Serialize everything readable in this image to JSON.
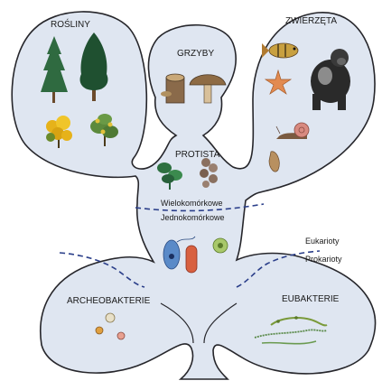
{
  "groups": {
    "plants": "ROŚLINY",
    "fungi": "GRZYBY",
    "animals": "ZWIERZĘTA",
    "protists": "PROTISTA",
    "archaea": "ARCHEOBAKTERIE",
    "bacteria": "EUBAKTERIE"
  },
  "divisions": {
    "multicellular": "Wielokomórkowe",
    "unicellular": "Jednokomórkowe",
    "eukaryotes": "Eukarioty",
    "prokaryotes": "Prokarioty"
  },
  "colors": {
    "fill": "#dfe6f1",
    "outline": "#26262b",
    "divider": "#2b3f8a"
  },
  "icons": [
    "conifer-tree-icon",
    "spruce-tree-icon",
    "yellow-shrub-icon",
    "flowering-shrub-icon",
    "tree-stump-icon",
    "mushroom-icon",
    "fish-icon",
    "starfish-icon",
    "gorilla-icon",
    "snail-icon",
    "shell-icon",
    "green-alga-icon",
    "colonial-protist-icon",
    "flagellate-icon",
    "paramecium-icon",
    "radiolarian-icon",
    "archaea-cells-icon",
    "bacteria-chains-icon"
  ]
}
